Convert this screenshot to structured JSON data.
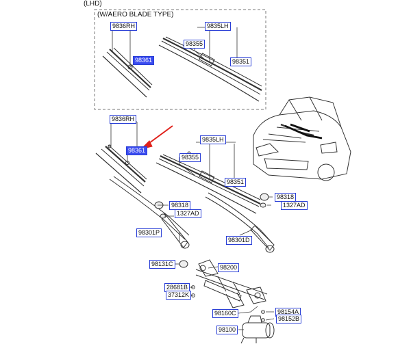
{
  "header": {
    "region": "(LHD)"
  },
  "inset": {
    "title": "(W/AERO BLADE TYPE)"
  },
  "colors": {
    "label_border": "#2a3fd6",
    "label_highlight": "#3b4cf0",
    "pointer_arrow": "#e0201a"
  },
  "labels": {
    "inset_rh": "9836RH",
    "inset_lh": "9835LH",
    "inset_refill_rh": "98361",
    "inset_98355": "98355",
    "inset_98351": "98351",
    "rh": "9836RH",
    "refill_rh": "98361",
    "lh": "9835LH",
    "p98355": "98355",
    "p98351": "98351",
    "p98318_left": "98318",
    "p1327ad_left": "1327AD",
    "p98318_right": "98318",
    "p1327ad_right": "1327AD",
    "arm_98301p": "98301P",
    "arm_98301d": "98301D",
    "p98131c": "98131C",
    "p98200": "98200",
    "p28681b": "28681B",
    "p37312k": "37312K",
    "p98160c": "98160C",
    "p98154a": "98154A",
    "p98152b": "98152B",
    "p98100": "98100"
  }
}
